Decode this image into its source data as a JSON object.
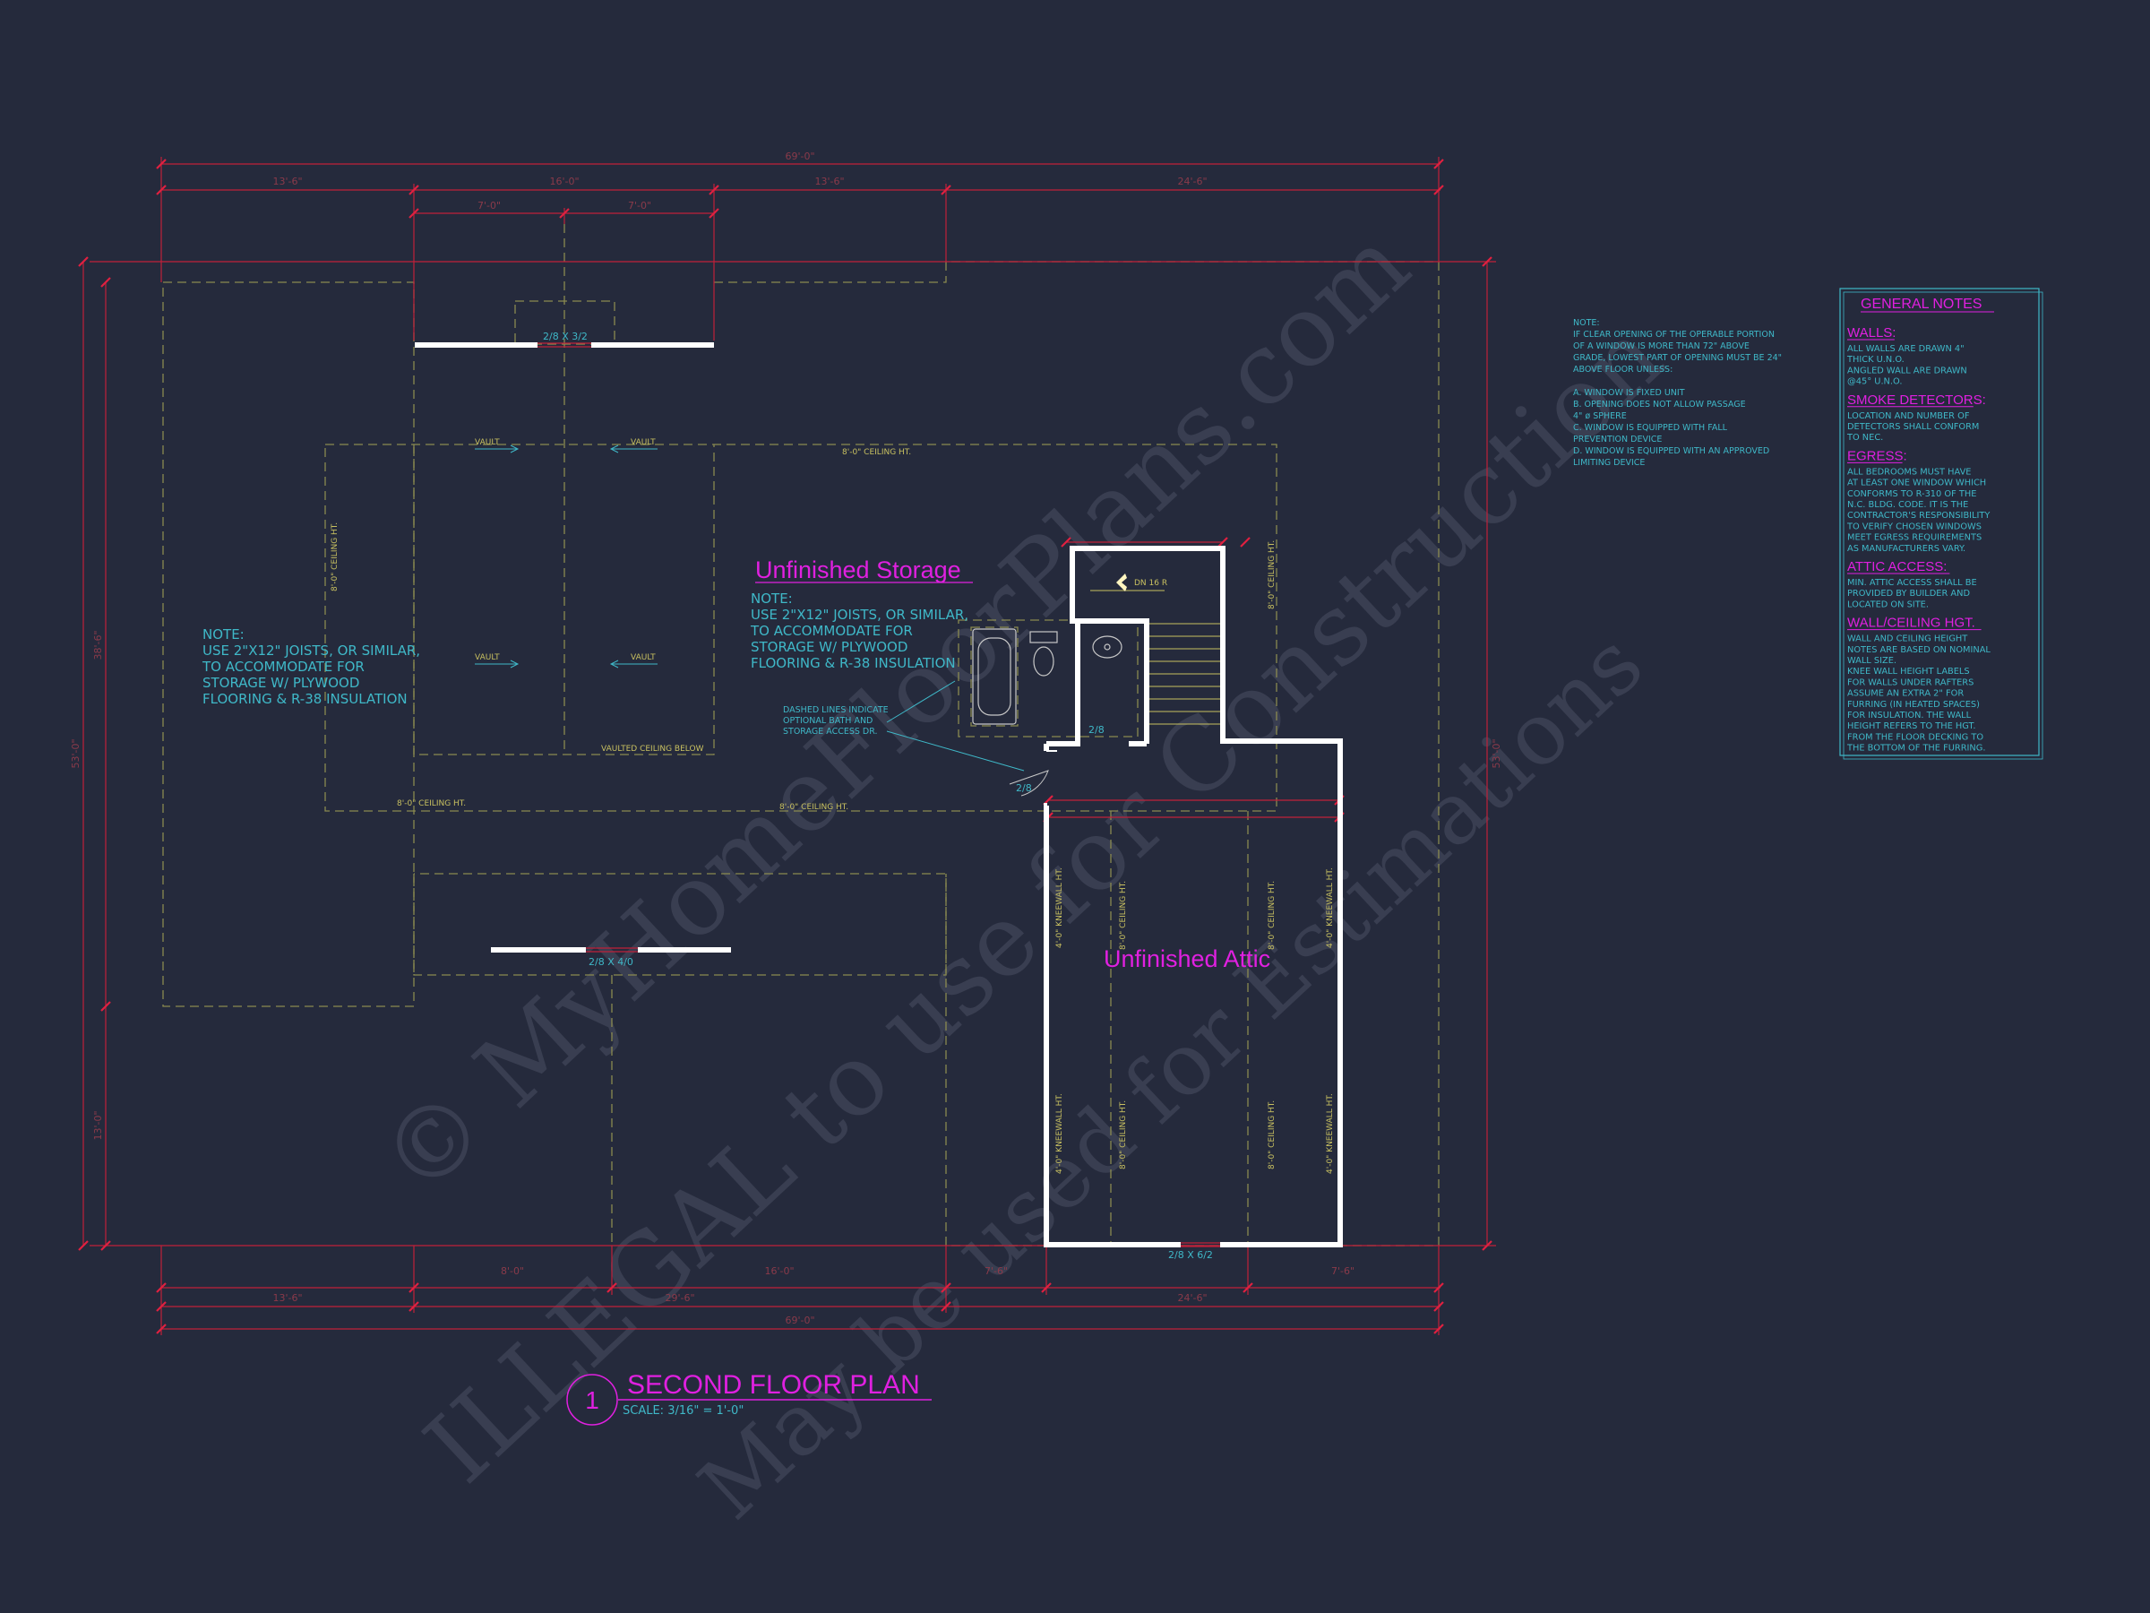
{
  "dimensions": {
    "overall_top": "69'-0\"",
    "top_segments": [
      "13'-6\"",
      "16'-0\"",
      "13'-6\"",
      "24'-6\""
    ],
    "top_sub": [
      "7'-0\"",
      "7'-0\""
    ],
    "bottom_segments": [
      "13'-6\"",
      "29'-6\"",
      "24'-6\""
    ],
    "bottom_sub": [
      "8'-0\"",
      "16'-0\"",
      "7'-6\"",
      "7'-6\""
    ],
    "overall_bottom": "69'-0\"",
    "left_overall": "53'-0\"",
    "left_upper": "38'-6\"",
    "left_lower": "13'-0\"",
    "right_overall": "53'-0\""
  },
  "windows": {
    "top": "2/8 X 3/2",
    "bottom_left": "2/8 X 4/0",
    "attic_bottom": "2/8 X 6/2"
  },
  "labels": {
    "vault": "VAULT",
    "vaulted_ceiling_below": "VAULTED CEILING BELOW",
    "ceiling_8": "8'-0\" CEILING HT.",
    "kneewall_4": "4'-0\" KNEEWALL HT.",
    "dn": "DN 16 R",
    "door_28": "2/8",
    "storage_title": "Unfinished Storage",
    "attic_title": "Unfinished Attic"
  },
  "notes": {
    "left_note": [
      "NOTE:",
      "USE 2\"X12\" JOISTS, OR SIMILAR,",
      "TO ACCOMMODATE FOR",
      "STORAGE W/ PLYWOOD",
      "FLOORING & R-38 INSULATION"
    ],
    "storage_note": [
      "NOTE:",
      "USE 2\"X12\" JOISTS, OR SIMILAR,",
      "TO ACCOMMODATE FOR",
      "STORAGE W/ PLYWOOD",
      "FLOORING & R-38 INSULATION"
    ],
    "dashed_note": [
      "DASHED LINES INDICATE",
      "OPTIONAL BATH AND",
      "STORAGE ACCESS DR."
    ],
    "window_note": [
      "NOTE:",
      "IF CLEAR OPENING OF THE OPERABLE PORTION",
      "OF A WINDOW IS MORE THAN 72\" ABOVE",
      "GRADE, LOWEST PART OF OPENING MUST BE 24\"",
      "ABOVE FLOOR UNLESS:",
      "",
      "A.  WINDOW IS FIXED UNIT",
      "B.  OPENING DOES NOT ALLOW PASSAGE",
      "     4\" ø SPHERE",
      "C.  WINDOW IS EQUIPPED WITH FALL",
      "     PREVENTION DEVICE",
      "D.  WINDOW IS EQUIPPED WITH AN APPROVED",
      "     LIMITING DEVICE"
    ]
  },
  "general_notes": {
    "title": "GENERAL NOTES",
    "sections": [
      {
        "heading": "WALLS:",
        "lines": [
          "ALL WALLS ARE DRAWN 4\"",
          "THICK U.N.O.",
          "ANGLED WALL ARE DRAWN",
          "@45° U.N.O."
        ]
      },
      {
        "heading": "SMOKE DETECTORS:",
        "lines": [
          "LOCATION AND NUMBER OF",
          "DETECTORS SHALL CONFORM",
          "TO NEC."
        ]
      },
      {
        "heading": "EGRESS:",
        "lines": [
          "ALL BEDROOMS MUST HAVE",
          "AT LEAST ONE WINDOW WHICH",
          "CONFORMS TO R-310 OF THE",
          "N.C. BLDG. CODE. IT IS THE",
          "CONTRACTOR'S RESPONSIBILITY",
          "TO VERIFY CHOSEN WINDOWS",
          "MEET EGRESS REQUIREMENTS",
          "AS MANUFACTURERS VARY."
        ]
      },
      {
        "heading": "ATTIC ACCESS:",
        "lines": [
          "MIN. ATTIC ACCESS SHALL BE",
          "PROVIDED BY BUILDER AND",
          "LOCATED ON SITE."
        ]
      },
      {
        "heading": "WALL/CEILING HGT.",
        "lines": [
          "WALL AND CEILING HEIGHT",
          "NOTES ARE BASED ON NOMINAL",
          "WALL SIZE.",
          "KNEE WALL HEIGHT LABELS",
          "FOR WALLS UNDER RAFTERS",
          "ASSUME AN EXTRA 2\" FOR",
          "FURRING (IN HEATED SPACES)",
          "FOR INSULATION. THE WALL",
          "HEIGHT REFERS TO THE HGT.",
          "FROM THE FLOOR DECKING TO",
          "THE BOTTOM OF THE FURRING."
        ]
      }
    ]
  },
  "title_block": {
    "number": "1",
    "title": "SECOND FLOOR PLAN",
    "scale": "SCALE: 3/16\" = 1'-0\""
  },
  "watermark": {
    "line1": "© MyHomeFloorPlans.com",
    "line2": "ILLEGAL to use for Construction",
    "line3": "May be used for Estimations"
  },
  "colors": {
    "background": "#252a3c",
    "dimension": "#c0203a",
    "walls": "#ffffff",
    "dashed": "#8a8a50",
    "text": "#3fb8c8",
    "label": "#e020e0"
  }
}
